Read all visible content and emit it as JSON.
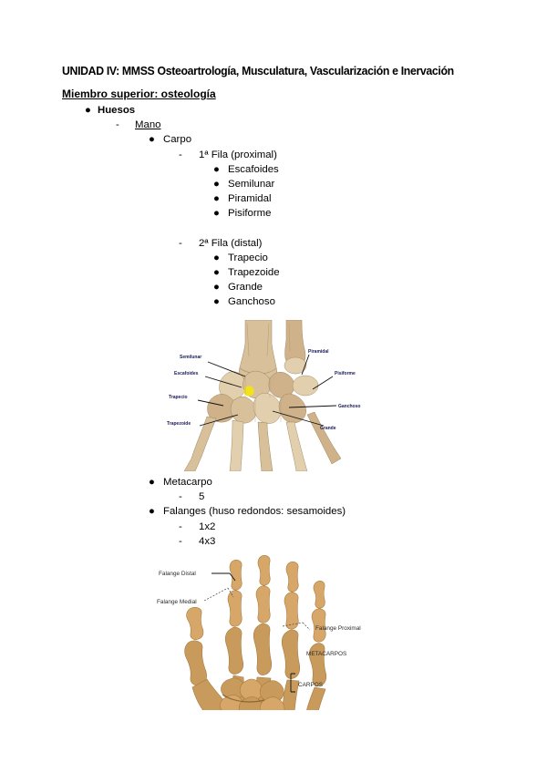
{
  "document": {
    "title": "UNIDAD IV: MMSS Osteoartrología, Musculatura, Vascularización e Inervación",
    "subtitle": "Miembro superior: osteología"
  },
  "outline": [
    {
      "level": 1,
      "marker": "●",
      "text": "Huesos"
    },
    {
      "level": 2,
      "marker": "-",
      "text": "Mano"
    },
    {
      "level": 3,
      "marker": "●",
      "text": "Carpo"
    },
    {
      "level": 4,
      "marker": "-",
      "text": "1ª Fila (proximal)"
    },
    {
      "level": 5,
      "marker": "●",
      "text": "Escafoides"
    },
    {
      "level": 5,
      "marker": "●",
      "text": "Semilunar"
    },
    {
      "level": 5,
      "marker": "●",
      "text": "Piramidal"
    },
    {
      "level": 5,
      "marker": "●",
      "text": "Pisiforme"
    },
    {
      "level": 0,
      "marker": "",
      "text": ""
    },
    {
      "level": 4,
      "marker": "-",
      "text": "2ª Fila (distal)"
    },
    {
      "level": 5,
      "marker": "●",
      "text": "Trapecio"
    },
    {
      "level": 5,
      "marker": "●",
      "text": "Trapezoide"
    },
    {
      "level": 5,
      "marker": "●",
      "text": "Grande"
    },
    {
      "level": 5,
      "marker": "●",
      "text": "Ganchoso"
    }
  ],
  "outline2": [
    {
      "level": 3,
      "marker": "●",
      "text": "Metacarpo"
    },
    {
      "level": 4,
      "marker": "-",
      "text": "5"
    },
    {
      "level": 3,
      "marker": "●",
      "text": "Falanges (huso redondos: sesamoides)"
    },
    {
      "level": 4,
      "marker": "-",
      "text": "1x2"
    },
    {
      "level": 4,
      "marker": "-",
      "text": "4x3"
    }
  ],
  "figures": {
    "wrist": {
      "name": "carpal-bones-diagram",
      "labels": [
        {
          "id": "l1",
          "text": "Semilunar"
        },
        {
          "id": "l2",
          "text": "Escafoides"
        },
        {
          "id": "l3",
          "text": "Trapecio"
        },
        {
          "id": "l4",
          "text": "Trapezoide"
        },
        {
          "id": "r1",
          "text": "Piramidal"
        },
        {
          "id": "r2",
          "text": "Pisiforme"
        },
        {
          "id": "r3",
          "text": "Ganchoso"
        },
        {
          "id": "r4",
          "text": "Grande"
        }
      ],
      "highlight_color": "#f2e21c"
    },
    "hand": {
      "name": "hand-skeleton-diagram",
      "labels": [
        {
          "id": "h1",
          "text": "Falange Distal"
        },
        {
          "id": "h2",
          "text": "Falange Medial"
        },
        {
          "id": "h3",
          "text": "Falange Proximal"
        },
        {
          "id": "h4",
          "text": "METACARPOS"
        },
        {
          "id": "h5",
          "text": "CARPOS"
        }
      ]
    }
  },
  "colors": {
    "page_background": "#ffffff",
    "text": "#000000",
    "figure_label": "#1a1a5e",
    "bone_light": "#d8c09a",
    "bone_mid": "#cfb289",
    "bone_hand": "#d6a768"
  }
}
